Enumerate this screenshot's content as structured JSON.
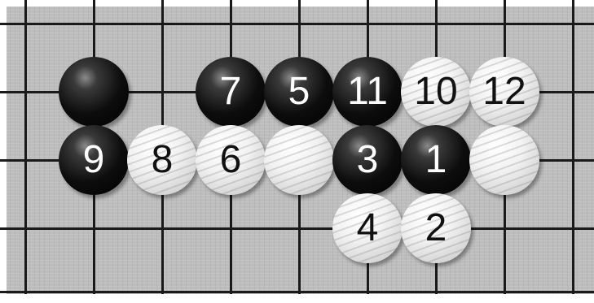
{
  "board": {
    "stones": [
      {
        "color": "black",
        "label": "",
        "col": 1,
        "row": 1
      },
      {
        "color": "black",
        "label": "7",
        "col": 3,
        "row": 1
      },
      {
        "color": "black",
        "label": "5",
        "col": 4,
        "row": 1
      },
      {
        "color": "black",
        "label": "11",
        "col": 5,
        "row": 1
      },
      {
        "color": "white",
        "label": "10",
        "col": 6,
        "row": 1
      },
      {
        "color": "white",
        "label": "12",
        "col": 7,
        "row": 1
      },
      {
        "color": "black",
        "label": "9",
        "col": 1,
        "row": 2
      },
      {
        "color": "white",
        "label": "8",
        "col": 2,
        "row": 2
      },
      {
        "color": "white",
        "label": "6",
        "col": 3,
        "row": 2
      },
      {
        "color": "white",
        "label": "",
        "col": 4,
        "row": 2
      },
      {
        "color": "black",
        "label": "3",
        "col": 5,
        "row": 2
      },
      {
        "color": "black",
        "label": "1",
        "col": 6,
        "row": 2
      },
      {
        "color": "white",
        "label": "",
        "col": 7,
        "row": 2
      },
      {
        "color": "white",
        "label": "4",
        "col": 5,
        "row": 3
      },
      {
        "color": "white",
        "label": "2",
        "col": 6,
        "row": 3
      }
    ]
  }
}
